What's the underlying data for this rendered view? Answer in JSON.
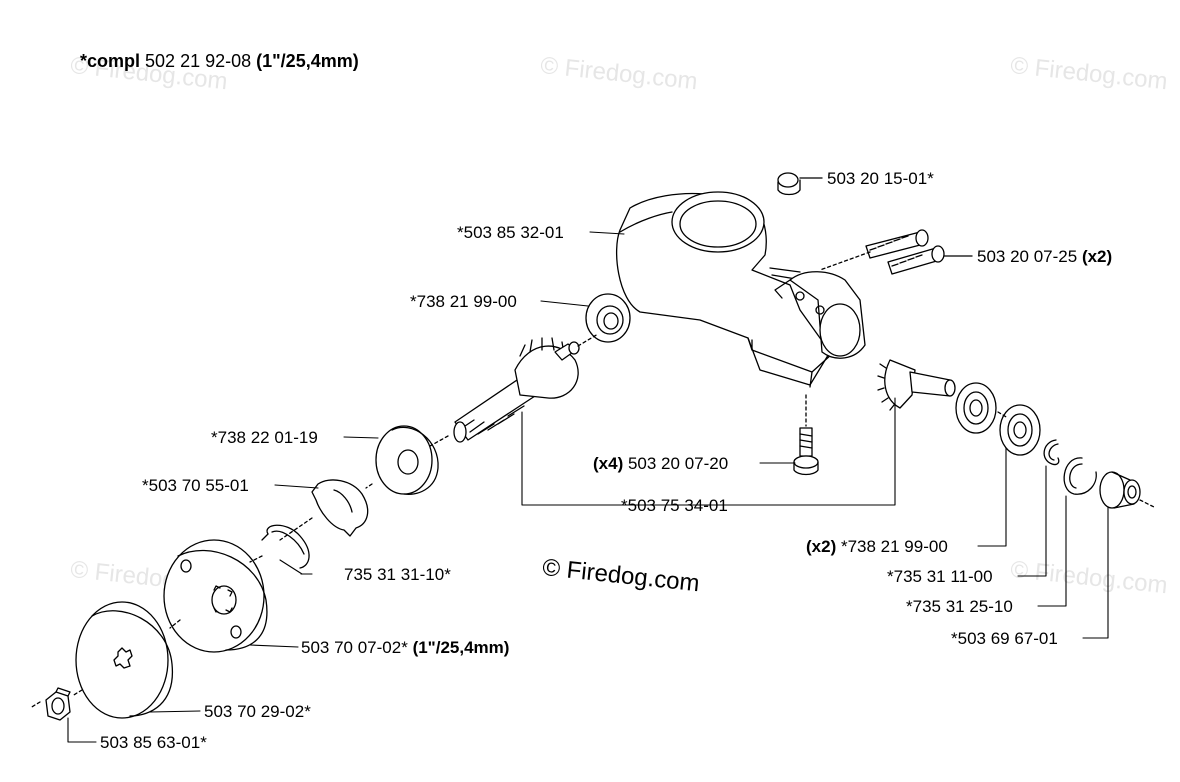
{
  "title": {
    "bold": "*compl",
    "number": "502 21 92-08",
    "size": "(1\"/25,4mm)"
  },
  "watermark": "© Firedog.com",
  "parts": {
    "p_503201501": "503 20 15-01*",
    "p_503853201": "*503 85 32-01",
    "p_503200725": "503 20 07-25",
    "p_503200725_qty": "(x2)",
    "p_738219900": "*738 21 99-00",
    "p_738220119": "*738 22 01-19",
    "p_503200720_qty": "(x4)",
    "p_503200720": "503 20 07-20",
    "p_503705501": "*503 70 55-01",
    "p_503753401": "*503 75 34-01",
    "p_738219900b_qty": "(x2)",
    "p_738219900b": "*738 21 99-00",
    "p_735313110": "735 31 31-10*",
    "p_735311100": "*735 31 11-00",
    "p_735312510": "*735 31 25-10",
    "p_503696701": "*503 69 67-01",
    "p_503700702": "503 70 07-02*",
    "p_503700702_size": "(1\"/25,4mm)",
    "p_503702902": "503 70 29-02*",
    "p_503856301": "503 85 63-01*"
  },
  "colors": {
    "line": "#000000",
    "watermark": "#e6e6e6",
    "background": "#ffffff"
  }
}
